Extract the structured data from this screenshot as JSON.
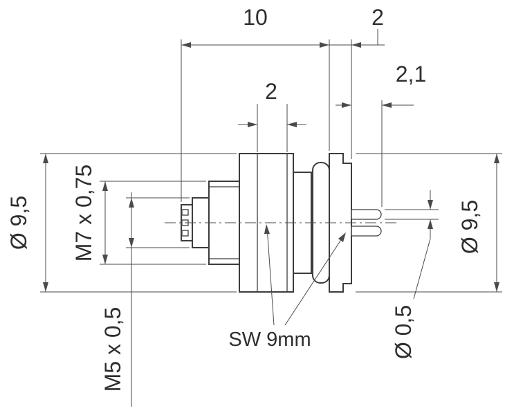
{
  "drawing": {
    "dimensions": {
      "length_overall": "10",
      "flange_thickness": "2",
      "pin_protrusion": "2,1",
      "groove_width": "2",
      "diameter_left": "Ø 9,5",
      "diameter_right": "Ø 9,5",
      "thread_rear": "M7 x 0,75",
      "thread_front": "M5 x 0,5",
      "wrench_size": "SW 9mm",
      "pin_diameter": "Ø 0,5"
    },
    "colors": {
      "line": "#4a4a4a",
      "outline": "#3c3c3c",
      "text": "#2e2e2e",
      "background": "#ffffff"
    }
  }
}
